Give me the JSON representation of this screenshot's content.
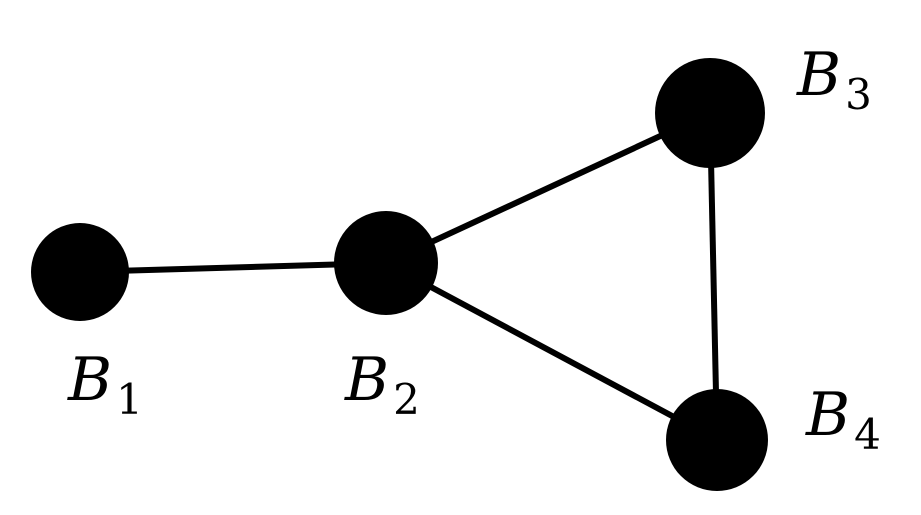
{
  "graph": {
    "nodes": [
      {
        "id": "B1",
        "label": {
          "base": "B",
          "sub": "1"
        }
      },
      {
        "id": "B2",
        "label": {
          "base": "B",
          "sub": "2"
        }
      },
      {
        "id": "B3",
        "label": {
          "base": "B",
          "sub": "3"
        }
      },
      {
        "id": "B4",
        "label": {
          "base": "B",
          "sub": "4"
        }
      }
    ],
    "edges": [
      {
        "from": "B1",
        "to": "B2"
      },
      {
        "from": "B2",
        "to": "B3"
      },
      {
        "from": "B2",
        "to": "B4"
      },
      {
        "from": "B3",
        "to": "B4"
      }
    ],
    "colors": {
      "node": "#000000",
      "edge": "#000000",
      "label": "#000000",
      "background": "#ffffff"
    }
  }
}
